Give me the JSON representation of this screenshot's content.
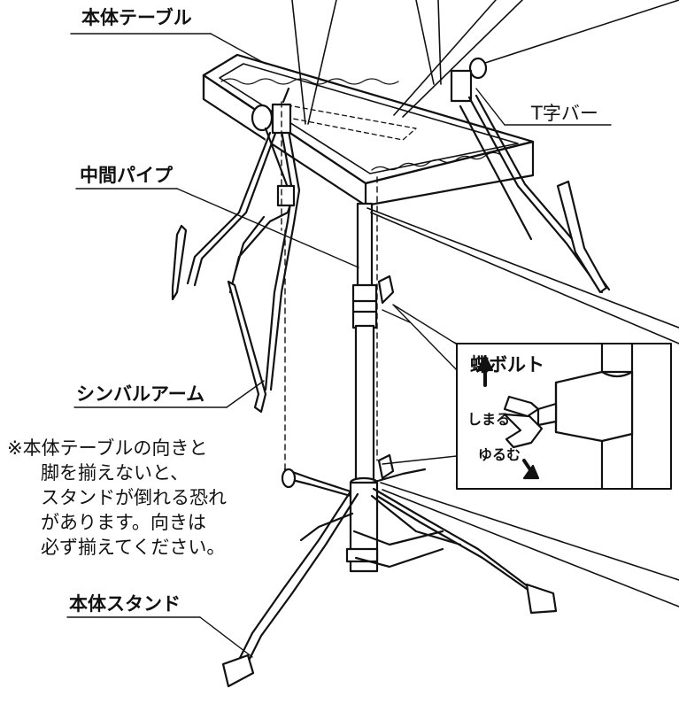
{
  "labels": {
    "table": "本体テーブル",
    "t_bar": "T字バー",
    "mid_pipe": "中間パイプ",
    "cymbal_arm": "シンバルアーム",
    "stand": "本体スタンド"
  },
  "note_lines": [
    "※本体テーブルの向きと",
    "脚を揃えないと、",
    "スタンドが倒れる恐れ",
    "があります。向きは",
    "必ず揃えてください。"
  ],
  "inset": {
    "title": "蝶ボルト",
    "tighten": "しまる",
    "loosen": "ゆるむ"
  },
  "colors": {
    "line": "#111111",
    "background": "#ffffff"
  }
}
